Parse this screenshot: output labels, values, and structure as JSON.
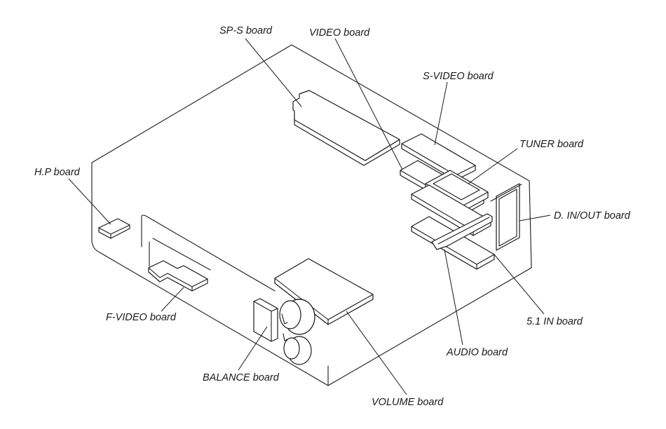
{
  "labels": {
    "sp_s": "SP-S board",
    "video": "VIDEO board",
    "s_video": "S-VIDEO board",
    "tuner": "TUNER board",
    "hp": "H.P board",
    "d_in_out": "D. IN/OUT board",
    "f_video": "F-VIDEO board",
    "five_one_in": "5.1 IN board",
    "audio": "AUDIO board",
    "balance": "BALANCE board",
    "volume": "VOLUME board"
  }
}
